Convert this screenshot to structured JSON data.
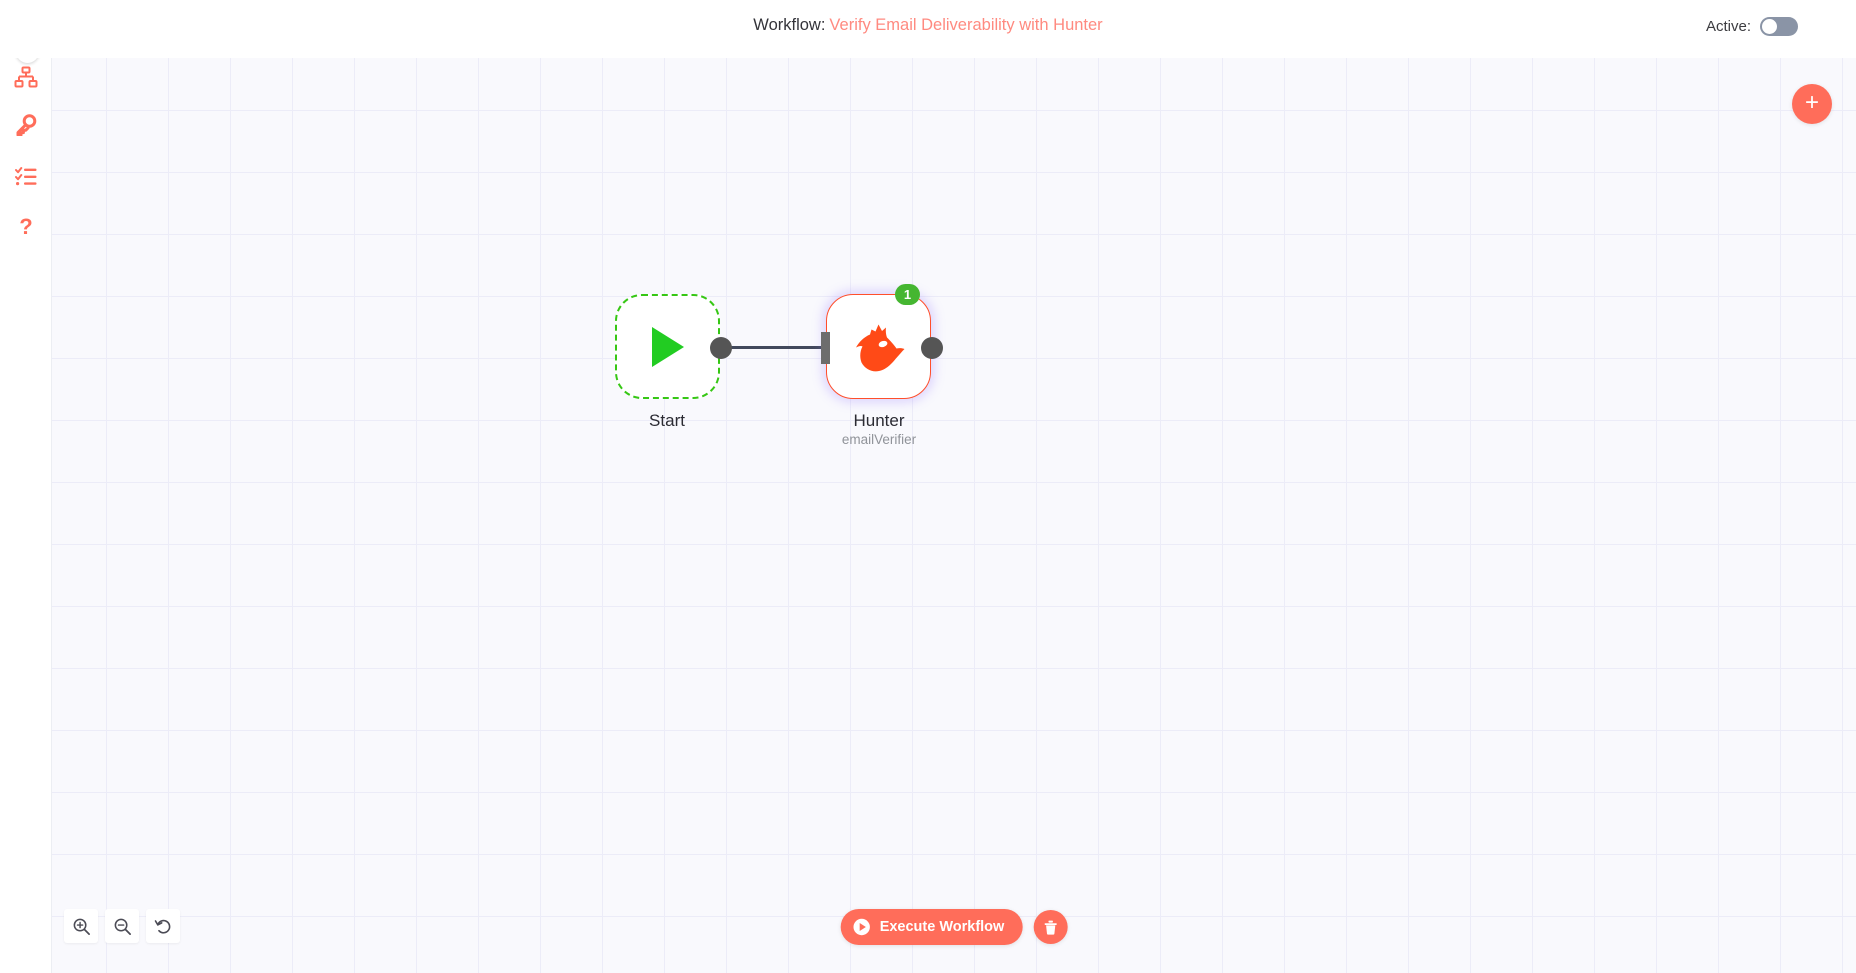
{
  "header": {
    "workflow_label": "Workflow:",
    "workflow_name": "Verify Email Deliverability with Hunter",
    "active_label": "Active:",
    "active_state": "off"
  },
  "sidebar": {
    "logo_name": "n8n-logo",
    "expand_icon": "chevron-right-icon",
    "items": [
      {
        "name": "workflows-icon",
        "icon": "sitemap-icon"
      },
      {
        "name": "credentials-icon",
        "icon": "key-icon"
      },
      {
        "name": "executions-icon",
        "icon": "checklist-icon"
      },
      {
        "name": "help-icon",
        "icon": "question-mark-icon"
      }
    ]
  },
  "canvas": {
    "add_button_label": "+",
    "add_button_icon": "plus-icon",
    "nodes": [
      {
        "id": "start",
        "title": "Start",
        "subtitle": "",
        "icon": "play-triangle-icon",
        "border_color": "#36c714",
        "border_style": "dashed"
      },
      {
        "id": "hunter",
        "title": "Hunter",
        "subtitle": "emailVerifier",
        "icon": "hunter-fox-logo",
        "border_color": "#ff4f2b",
        "border_style": "solid",
        "badge": "1",
        "badge_color": "#45b631"
      }
    ],
    "connection": {
      "from": "start",
      "to": "hunter",
      "color": "#42495c"
    }
  },
  "zoom_controls": [
    {
      "name": "zoom-in-button",
      "icon": "magnifier-plus-icon"
    },
    {
      "name": "zoom-out-button",
      "icon": "magnifier-minus-icon"
    },
    {
      "name": "reset-zoom-button",
      "icon": "undo-arrow-icon"
    }
  ],
  "bottom_actions": {
    "execute_label": "Execute Workflow",
    "execute_icon": "play-circle-icon",
    "delete_icon": "trash-icon"
  },
  "colors": {
    "brand": "#ff6d5a",
    "accent_link": "#ff8a80",
    "node_active_border": "#ff4f2b",
    "start_border": "#36c714",
    "badge_green": "#45b631",
    "canvas_bg": "#f9f9fd",
    "grid_line": "#ececf8"
  }
}
